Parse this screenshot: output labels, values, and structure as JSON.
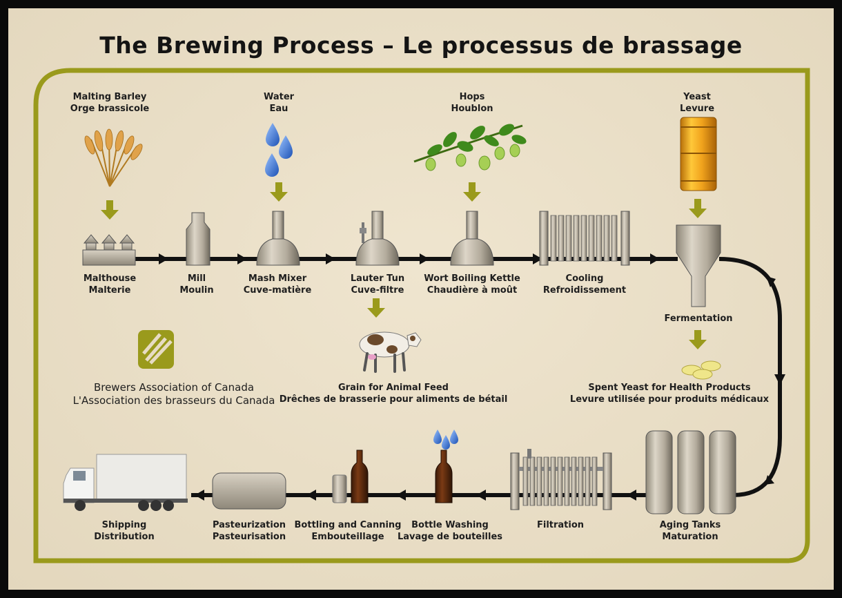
{
  "title": "The Brewing Process – Le processus de brassage",
  "inputs": {
    "barley": [
      "Malting Barley",
      "Orge brassicole"
    ],
    "water": [
      "Water",
      "Eau"
    ],
    "hops": [
      "Hops",
      "Houblon"
    ],
    "yeast": [
      "Yeast",
      "Levure"
    ]
  },
  "stages": {
    "malthouse": [
      "Malthouse",
      "Malterie"
    ],
    "mill": [
      "Mill",
      "Moulin"
    ],
    "mash_mixer": [
      "Mash Mixer",
      "Cuve-matière"
    ],
    "lauter_tun": [
      "Lauter Tun",
      "Cuve-filtre"
    ],
    "wort_kettle": [
      "Wort Boiling Kettle",
      "Chaudière à moût"
    ],
    "cooling": [
      "Cooling",
      "Refroidissement"
    ],
    "fermentation": [
      "Fermentation"
    ],
    "aging": [
      "Aging Tanks",
      "Maturation"
    ],
    "filtration": [
      "Filtration"
    ],
    "bottle_washing": [
      "Bottle Washing",
      "Lavage de bouteilles"
    ],
    "bottling": [
      "Bottling and Canning",
      "Embouteillage"
    ],
    "pasteurization": [
      "Pasteurization",
      "Pasteurisation"
    ],
    "shipping": [
      "Shipping",
      "Distribution"
    ]
  },
  "byproducts": {
    "animal_feed": [
      "Grain for Animal Feed",
      "Drêches de brasserie pour aliments de bétail"
    ],
    "spent_yeast": [
      "Spent Yeast for Health Products",
      "Levure utilisée pour produits médicaux"
    ]
  },
  "association": [
    "Brewers Association of Canada",
    "L'Association des brasseurs du Canada"
  ],
  "colors": {
    "background": "#e7dcc4",
    "border": "#9a9a1c",
    "arrow": "#9a9a1c",
    "flow_line": "#111111",
    "equipment": "#b3ab9c"
  }
}
